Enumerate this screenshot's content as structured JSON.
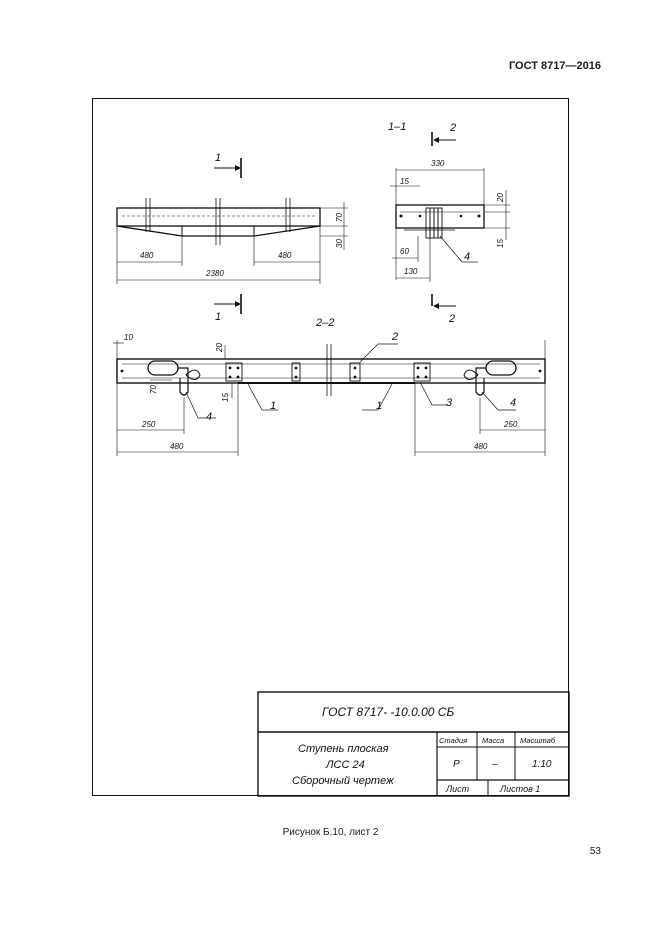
{
  "header": {
    "standard": "ГОСТ 8717—2016"
  },
  "drawing": {
    "section_1": "1–1",
    "section_2": "2–2",
    "marker_1": "1",
    "marker_2": "2",
    "dims": {
      "d480a": "480",
      "d480b": "480",
      "d2380": "2380",
      "d70": "70",
      "d30": "30",
      "d330": "330",
      "d15a": "15",
      "d20a": "20",
      "d60": "60",
      "d130": "130",
      "d15b": "15",
      "d10": "10",
      "d20b": "20",
      "d70b": "70",
      "d15c": "15",
      "d250a": "250",
      "d480c": "480",
      "d250b": "250",
      "d480d": "480"
    },
    "positions": {
      "p1a": "1",
      "p1b": "1",
      "p2": "2",
      "p3": "3",
      "p4a": "4",
      "p4b": "4",
      "p4c": "4"
    }
  },
  "title_block": {
    "designation": "ГОСТ 8717- -10.0.00 СБ",
    "name_line1": "Ступень плоская",
    "name_line2": "ЛСС 24",
    "name_line3": "Сборочный чертеж",
    "col_stage": "Стадия",
    "col_mass": "Масса",
    "col_scale": "Масштаб",
    "stage": "Р",
    "mass": "–",
    "scale": "1:10",
    "sheet": "Лист",
    "sheets": "Листов 1"
  },
  "caption": "Рисунок Б.10, лист 2",
  "page_number": "53"
}
